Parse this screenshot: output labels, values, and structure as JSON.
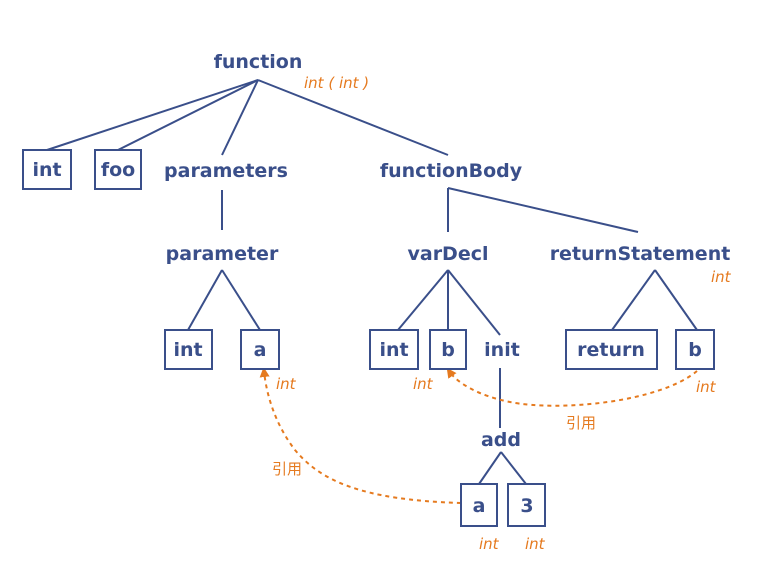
{
  "colors": {
    "node": "#3a4f8a",
    "annotation": "#e57a1f"
  },
  "nodes": {
    "function": "function",
    "int_type": "int",
    "foo": "foo",
    "parameters": "parameters",
    "function_body": "functionBody",
    "parameter": "parameter",
    "param_int": "int",
    "param_a": "a",
    "var_decl": "varDecl",
    "return_statement": "returnStatement",
    "var_int": "int",
    "var_b": "b",
    "init": "init",
    "return_kw": "return",
    "return_b": "b",
    "add": "add",
    "add_a": "a",
    "add_3": "3"
  },
  "annotations": {
    "function_type": "int ( int )",
    "param_a_type": "int",
    "var_b_type": "int",
    "return_statement_type": "int",
    "return_b_type": "int",
    "add_a_type": "int",
    "add_3_type": "int"
  },
  "references": {
    "return_b_to_var_b": "引用",
    "add_a_to_param_a": "引用"
  }
}
